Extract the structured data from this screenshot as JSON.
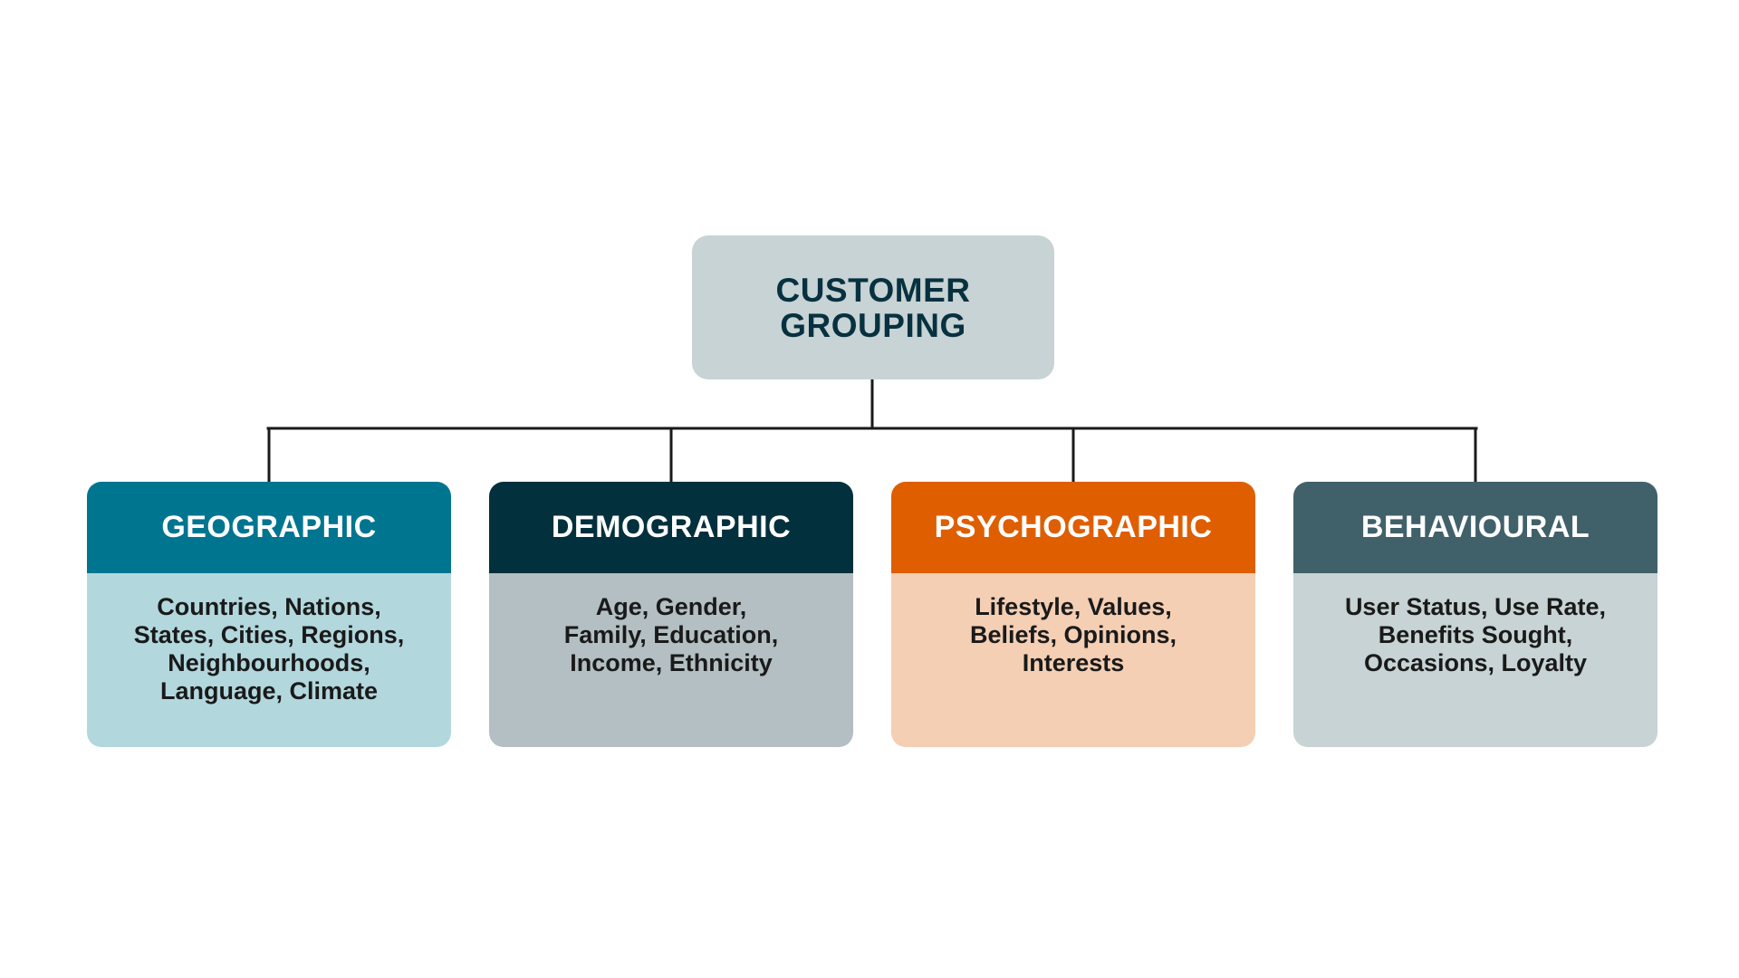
{
  "root": {
    "lines": [
      "CUSTOMER",
      "GROUPING"
    ],
    "fill": "#c7d3d4",
    "text_color": "#073140"
  },
  "categories": [
    {
      "title": "GEOGRAPHIC",
      "header_color": "#007590",
      "body_color": "#b2d7dd",
      "lines": [
        "Countries, Nations,",
        "States, Cities, Regions,",
        "Neighbourhoods,",
        "Language, Climate"
      ]
    },
    {
      "title": "DEMOGRAPHIC",
      "header_color": "#03303d",
      "body_color": "#b3bfc2",
      "lines": [
        "Age, Gender,",
        "Family, Education,",
        "Income, Ethnicity"
      ]
    },
    {
      "title": "PSYCHOGRAPHIC",
      "header_color": "#df5e00",
      "body_color": "#f4cfb4",
      "lines": [
        "Lifestyle, Values,",
        "Beliefs, Opinions,",
        "Interests"
      ]
    },
    {
      "title": "BEHAVIOURAL",
      "header_color": "#41616a",
      "body_color": "#c7d3d4",
      "lines": [
        "User Status, Use Rate,",
        "Benefits Sought,",
        "Occasions, Loyalty"
      ]
    }
  ],
  "connector_color": "#1a1a1a",
  "body_text_color": "#1a1a1a"
}
